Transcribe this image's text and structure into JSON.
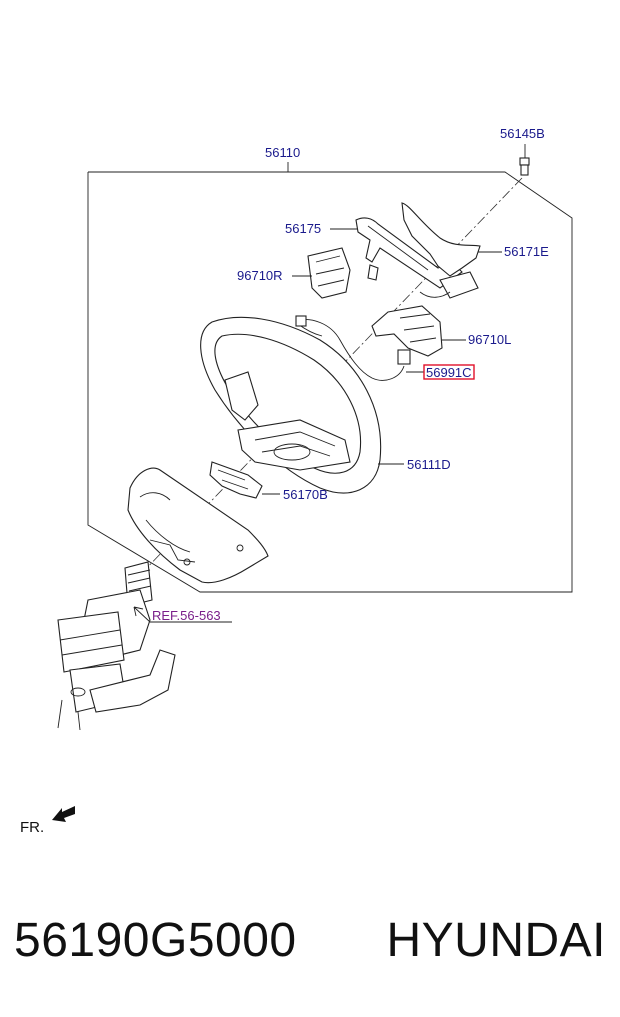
{
  "diagram": {
    "labels": {
      "main_assembly": "56110",
      "bolt": "56145B",
      "cover_upper": "56175",
      "bracket_right_upper": "56171E",
      "switch_right": "96710R",
      "switch_left": "96710L",
      "wiring_harness": "56991C",
      "wheel_body": "56111D",
      "cover_lower": "56170B",
      "column_reference": "REF.56-563",
      "front_indicator": "FR."
    },
    "highlight_color": "#e0102a",
    "label_color": "#1a1a8c",
    "reference_color": "#7a1f8a"
  },
  "footer": {
    "part_number": "56190G5000",
    "brand": "HYUNDAI"
  }
}
